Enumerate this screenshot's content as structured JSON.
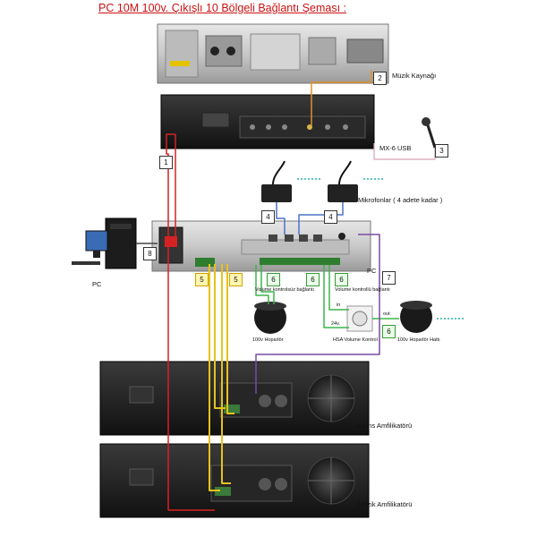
{
  "title": "PC 10M 100v. Çıkışlı 10 Bölgeli Bağlantı Şeması :",
  "labels": {
    "music_source": "Müzik Kaynağı",
    "mx6": "MX-6 USB",
    "microphones": "Mikrofonlar ( 4 adete kadar )",
    "pc": "PC",
    "pc_unit": "PC",
    "vol_link_left": "Volume kontrolsüz bağlantı",
    "vol_link_right": "Volume kontrollü bağlantı",
    "speaker_left": "100v Hoparlör",
    "volume_control": "HSA Volume Kontrol",
    "speaker_line": "100v Hoparlör Hattı",
    "in": "in",
    "out": "out",
    "v24": "24v.",
    "announce_amp": "Anons Amfilikatörü",
    "music_amp": "Müzik Amfilikatörü"
  },
  "badges": [
    "1",
    "2",
    "3",
    "4",
    "4",
    "5",
    "5",
    "6",
    "6",
    "6",
    "6",
    "7",
    "8"
  ],
  "colors": {
    "title": "#cc1111",
    "red_wire": "#d62222",
    "orange_wire": "#e0902a",
    "yellow_wire": "#e6c21c",
    "green_wire": "#3bb54a",
    "blue_wire": "#4a74c9",
    "purple_wire": "#7a4aa0",
    "teal_dotted": "#29b3a5",
    "pink_wire": "#d9a0b0"
  }
}
